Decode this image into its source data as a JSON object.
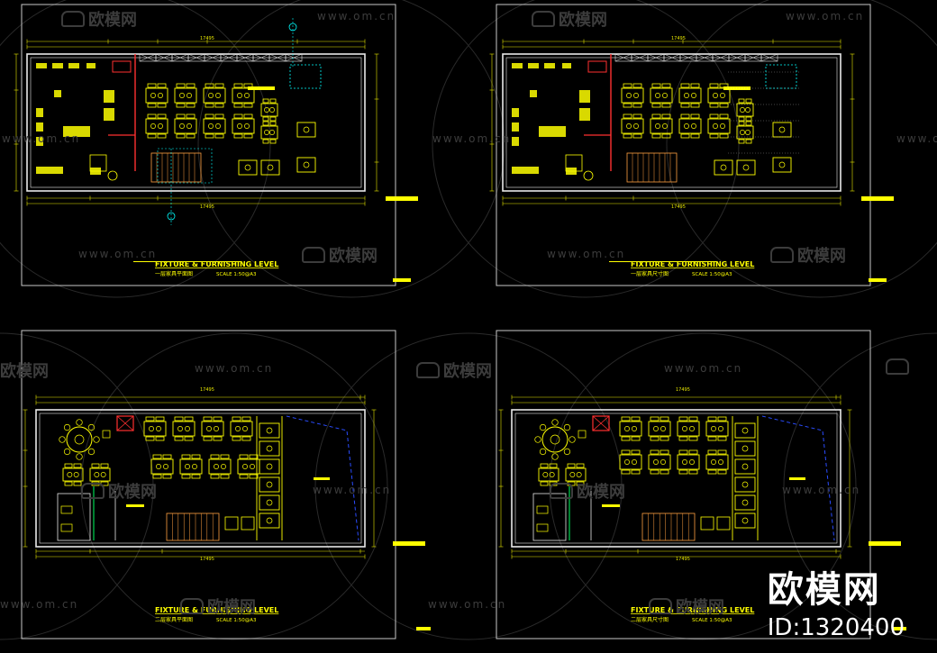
{
  "colors": {
    "background": "#000000",
    "frame": "#c8c8c8",
    "wall": "#e8e8e8",
    "dimension": "#e6e600",
    "furniture": "#ffff00",
    "annotation": "#00ffff",
    "partition": "#ff3030",
    "glazing": "#2a4cff",
    "stair": "#ffa040",
    "label_bar": "#ffff00"
  },
  "watermark": {
    "url_text": "www.om.cn",
    "logo_text": "欧模网",
    "logo_icon": "sofa-icon"
  },
  "brand": {
    "name": "欧模网",
    "id": "ID:1320400"
  },
  "sheets": [
    {
      "id": "plan-1",
      "title": "FIXTURE & FURNISHING LEVEL",
      "subtitle": "一层家具平面图",
      "scale_text": "SCALE  1:50@A3",
      "top_total": "17495",
      "bottom_total": "17495"
    },
    {
      "id": "plan-2",
      "title": "FIXTURE & FURNISHING LEVEL",
      "subtitle": "一层家具尺寸图",
      "scale_text": "SCALE  1:50@A3",
      "top_total": "17495",
      "bottom_total": "17495"
    },
    {
      "id": "plan-3",
      "title": "FIXTURE & FURNISHING LEVEL",
      "subtitle": "二层家具平面图",
      "scale_text": "SCALE  1:50@A3",
      "top_total": "17495",
      "bottom_total": "17495"
    },
    {
      "id": "plan-4",
      "title": "FIXTURE & FURNISHING LEVEL",
      "subtitle": "二层家具尺寸图",
      "scale_text": "SCALE  1:50@A3",
      "top_total": "17495",
      "bottom_total": "17495"
    }
  ]
}
